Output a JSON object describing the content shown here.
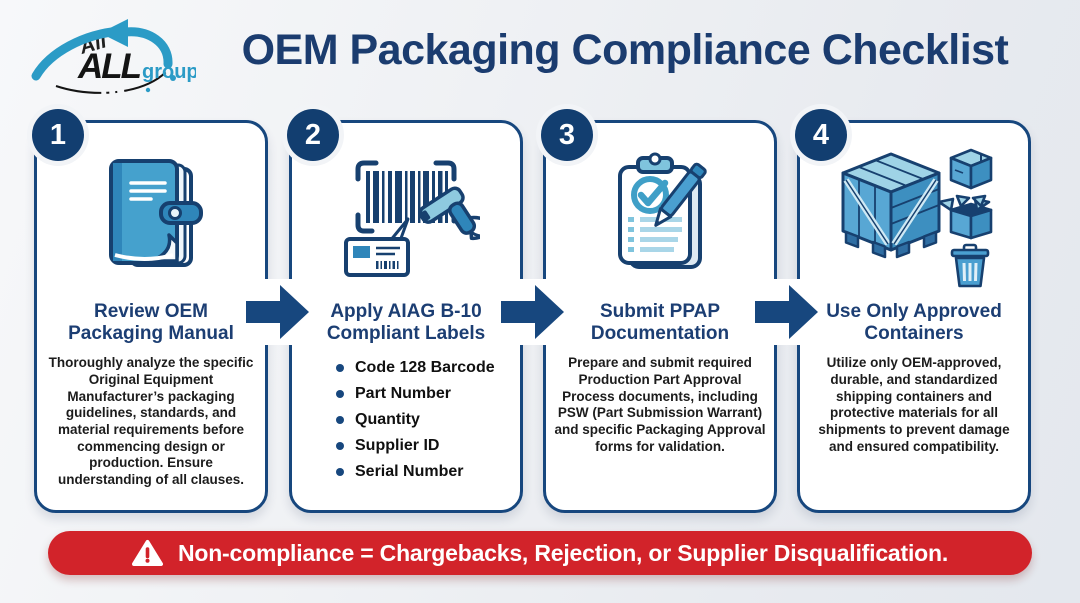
{
  "header": {
    "title": "OEM Packaging Compliance Checklist"
  },
  "logo": {
    "primary": "ALL",
    "suffix": "group",
    "ghost": "All"
  },
  "steps": [
    {
      "number": "1",
      "title": "Review OEM Packaging Manual",
      "body": "Thoroughly analyze the specific Original Equipment Manufacturer’s packaging guidelines, standards, and material requirements before commencing design or production. Ensure understanding of all clauses.",
      "icon": "manual-book-icon"
    },
    {
      "number": "2",
      "title": "Apply AIAG B-10 Compliant Labels",
      "bullets": [
        "Code 128 Barcode",
        "Part Number",
        "Quantity",
        "Supplier ID",
        "Serial Number"
      ],
      "icon": "barcode-scanner-icon"
    },
    {
      "number": "3",
      "title": "Submit PPAP Documentation",
      "body": "Prepare and submit required Production Part Approval Process documents, including PSW (Part Submission Warrant) and specific Packaging Approval forms for validation.",
      "icon": "clipboard-check-icon"
    },
    {
      "number": "4",
      "title": "Use Only Approved Containers",
      "body": "Utilize only OEM-approved, durable, and standardized shipping containers and protective materials for all shipments to prevent damage and ensured compatibility.",
      "icon": "shipping-crate-icon"
    }
  ],
  "warning": {
    "icon": "warning-triangle-icon",
    "text": "Non-compliance = Chargebacks, Rejection, or Supplier Disqualification."
  },
  "colors": {
    "navy": "#17477e",
    "badge_navy": "#123e70",
    "title_navy": "#1b3c6f",
    "red": "#d2232a",
    "icon_blue_mid": "#4aa0cf",
    "icon_blue_deep": "#2f86ba",
    "icon_blue_light": "#9fd3e6",
    "logo_blue": "#2b9bc6"
  }
}
